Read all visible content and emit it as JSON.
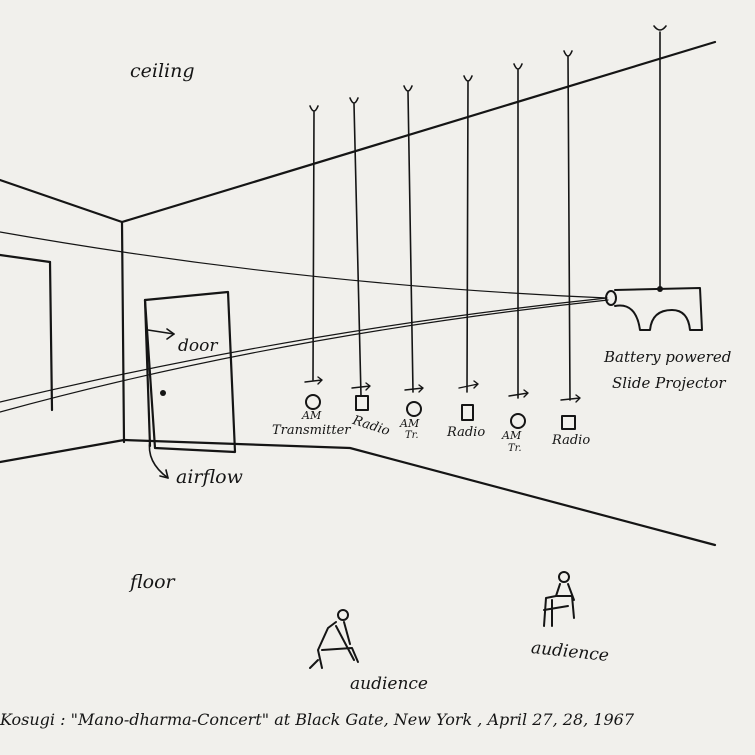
{
  "labels": {
    "ceiling": "ceiling",
    "door": "door",
    "airflow": "airflow",
    "floor": "floor",
    "battery_line1": "Battery powered",
    "battery_line2": "Slide Projector",
    "am_transmitter_line1": "AM",
    "am_transmitter_line2": "Transmitter",
    "radio_1": "Radio",
    "am_tr_1_line1": "AM",
    "am_tr_1_line2": "Tr.",
    "radio_2": "Radio",
    "am_tr_2_line1": "AM",
    "am_tr_2_line2": "Tr.",
    "radio_3": "Radio",
    "audience_left": "audience",
    "audience_right": "audience",
    "caption": "Kosugi : \"Mano-dharma-Concert\" at Black Gate, New York , April 27, 28, 1967"
  },
  "colors": {
    "ink": "#151515",
    "paper": "#f1f0ec"
  }
}
